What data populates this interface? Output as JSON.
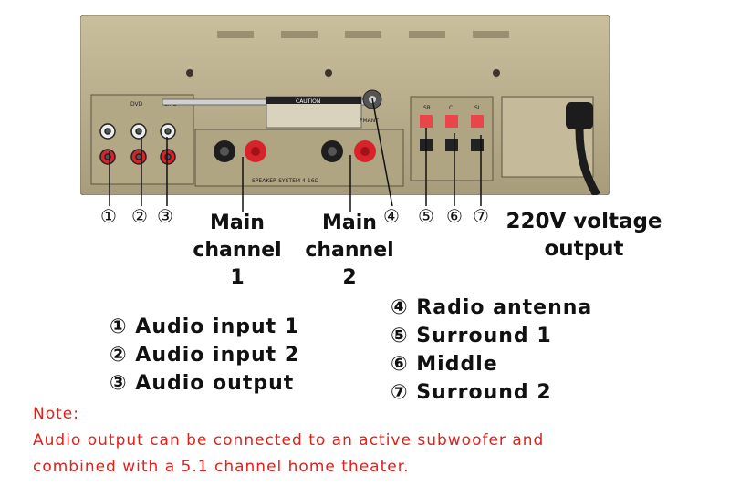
{
  "photo": {
    "panel_labels": {
      "dvd": "DVD",
      "line": "LINE",
      "caution": "CAUTION",
      "fm_ant": "FMANT",
      "speaker_system": "SPEAKER SYSTEM 4-16Ω",
      "sr": "SR",
      "c": "C",
      "sl": "SL"
    }
  },
  "markers": {
    "m1": "①",
    "m2": "②",
    "m3": "③",
    "m4": "④",
    "m5": "⑤",
    "m6": "⑥",
    "m7": "⑦"
  },
  "labels": {
    "main1": [
      "Main",
      "channel",
      "1"
    ],
    "main2": [
      "Main",
      "channel",
      "2"
    ],
    "voltage": [
      "220V voltage",
      "output"
    ]
  },
  "legend_left": [
    "① Audio input 1",
    "② Audio input 2",
    "③ Audio output"
  ],
  "legend_right": [
    "④ Radio antenna",
    "⑤ Surround 1",
    "⑥ Middle",
    "⑦ Surround 2"
  ],
  "note": {
    "title": "Note:",
    "lines": [
      "Audio output can be connected to an active subwoofer and",
      "combined with a 5.1 channel home theater."
    ]
  },
  "colors": {
    "panel": "#b8ad8c",
    "panel_dark": "#8e8566",
    "terminal_red": "#d8232a",
    "note_red": "#e0201a"
  }
}
